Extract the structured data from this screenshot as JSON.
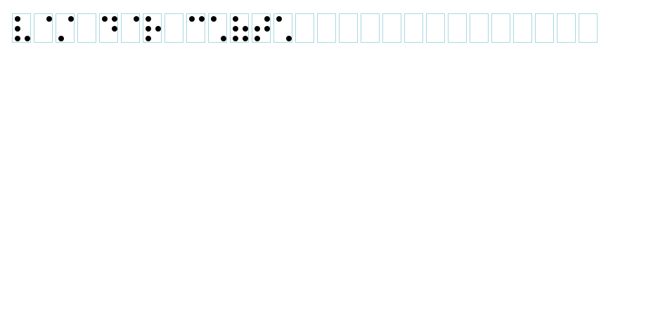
{
  "braille_input": {
    "border_color": "#a8d8e2",
    "dot_color": "#000000",
    "cells": [
      [
        1,
        2,
        3,
        6
      ],
      [
        4
      ],
      [
        3,
        4
      ],
      [],
      [
        1,
        4,
        5
      ],
      [
        4
      ],
      [
        1,
        2,
        3,
        5
      ],
      [],
      [
        1,
        4
      ],
      [
        1,
        6
      ],
      [
        1,
        2,
        3,
        5,
        6
      ],
      [
        2,
        3,
        4,
        5
      ],
      [
        1,
        6
      ],
      [],
      [],
      [],
      [],
      [],
      [],
      [],
      [],
      [],
      [],
      [],
      [],
      [],
      []
    ]
  }
}
